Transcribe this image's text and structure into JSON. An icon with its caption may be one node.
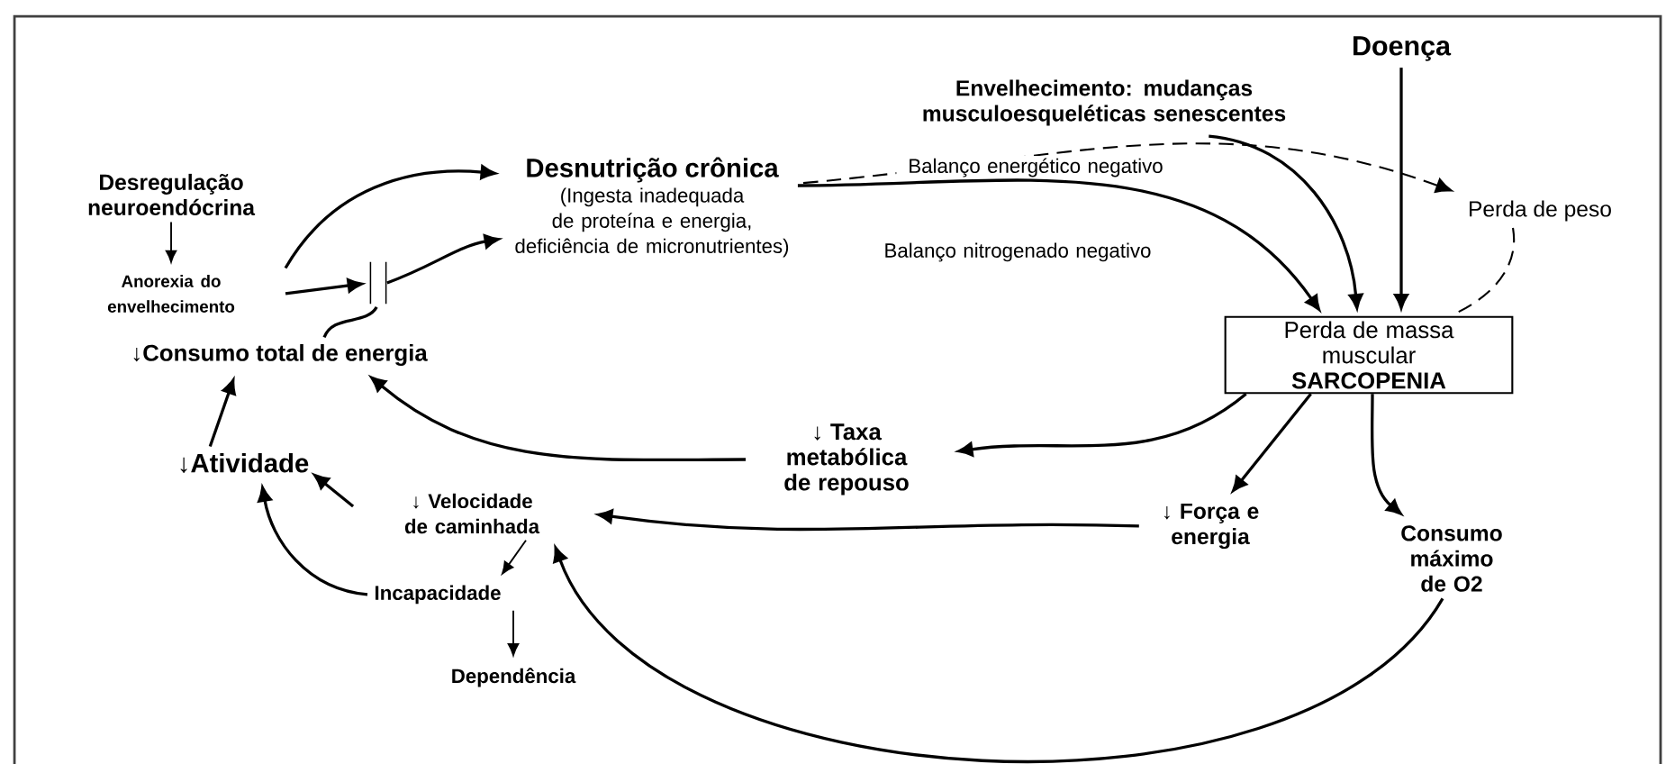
{
  "diagram": {
    "nodes": [
      {
        "text": [
          "Desnutrição crônica",
          "(Ingesta inadequada de proteína e energia, deficiência de micronutrientes)"
        ]
      },
      {
        "text": [
          "Doença"
        ]
      },
      {
        "text": [
          "Envelhecimento: mudanças musculoesqueléticas senescentes"
        ]
      },
      {
        "text": [
          "Desregulação neuroendócrina"
        ]
      },
      {
        "text": [
          "Anorexia do envelhecimento"
        ]
      },
      {
        "text": [
          "Perda de peso"
        ]
      },
      {
        "text": [
          "Perda de massa muscular",
          "SARCOPENIA"
        ]
      },
      {
        "text": [
          "↓Consumo total de energia"
        ]
      },
      {
        "text": [
          "↓ Taxa metabólica de repouso"
        ]
      },
      {
        "text": [
          "↓Atividade"
        ]
      },
      {
        "text": [
          "↓ Velocidade de caminhada"
        ]
      },
      {
        "text": [
          "↓ Força e energia"
        ]
      },
      {
        "text": [
          "Consumo máximo de O2"
        ]
      },
      {
        "text": [
          "Incapacidade"
        ]
      },
      {
        "text": [
          "Dependência"
        ]
      },
      {
        "text": [],
        "shape": "bar"
      }
    ],
    "edges": [
      {
        "from": 3,
        "to": 4,
        "arrow": "to"
      },
      {
        "from": 4,
        "to": 0,
        "arrow": "to"
      },
      {
        "from": 4,
        "to": 15,
        "arrow": "to"
      },
      {
        "from": 7,
        "to": 15,
        "arrow": "none"
      },
      {
        "from": 15,
        "to": 0,
        "arrow": "to"
      },
      {
        "from": 0,
        "to": 5,
        "arrow": "to",
        "style": "dashed",
        "label": "Balanço energético negativo"
      },
      {
        "from": 0,
        "to": 6,
        "arrow": "to",
        "label": "Balanço nitrogenado negativo"
      },
      {
        "from": 2,
        "to": 6,
        "arrow": "to"
      },
      {
        "from": 1,
        "to": 6,
        "arrow": "to"
      },
      {
        "from": 5,
        "to": 6,
        "arrow": "none",
        "style": "dashed"
      },
      {
        "from": 6,
        "to": 8,
        "arrow": "to"
      },
      {
        "from": 6,
        "to": 11,
        "arrow": "to"
      },
      {
        "from": 6,
        "to": 12,
        "arrow": "to"
      },
      {
        "from": 8,
        "to": 7,
        "arrow": "to"
      },
      {
        "from": 9,
        "to": 7,
        "arrow": "to"
      },
      {
        "from": 11,
        "to": 10,
        "arrow": "to"
      },
      {
        "from": 10,
        "to": 9,
        "arrow": "to"
      },
      {
        "from": 13,
        "to": 9,
        "arrow": "to"
      },
      {
        "from": 12,
        "to": 10,
        "arrow": "to"
      },
      {
        "from": 10,
        "to": 13,
        "arrow": "to"
      },
      {
        "from": 13,
        "to": 14,
        "arrow": "to"
      }
    ]
  }
}
